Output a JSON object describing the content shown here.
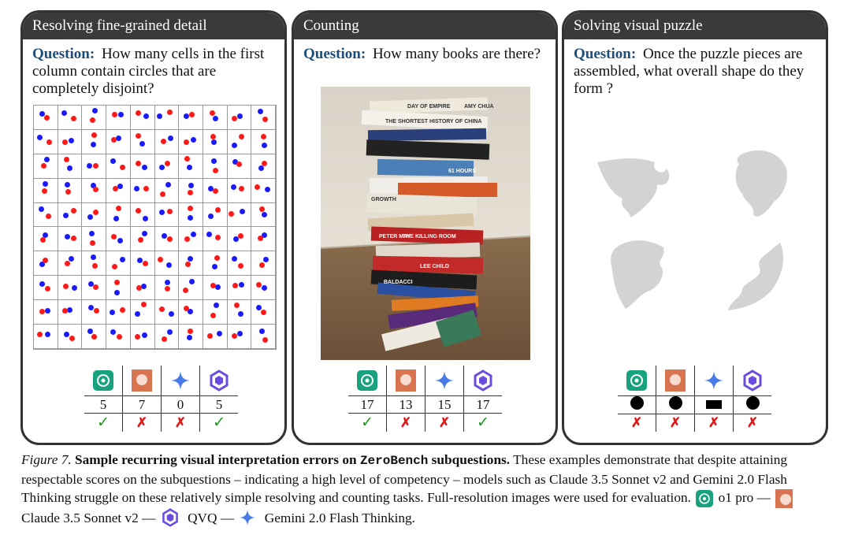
{
  "panels": [
    {
      "title": "Resolving fine-grained detail",
      "question_label": "Question:",
      "question_text": "How many cells in the first column contain circles that are completely disjoint?",
      "answers": [
        "5",
        "7",
        "0",
        "5"
      ],
      "marks": [
        "check",
        "cross",
        "cross",
        "check"
      ]
    },
    {
      "title": "Counting",
      "question_label": "Question:",
      "question_text": "How many books are there?",
      "answers": [
        "17",
        "13",
        "15",
        "17"
      ],
      "marks": [
        "check",
        "cross",
        "cross",
        "check"
      ],
      "book_spines": [
        "DAY OF EMPIRE",
        "AMY CHUA",
        "THE SHORTEST HISTORY OF CHINA",
        "61 HOURS",
        "GROWTH",
        "PETER MAY",
        "THE KILLING ROOM",
        "LEE CHILD",
        "BALDACCI"
      ]
    },
    {
      "title": "Solving visual puzzle",
      "question_label": "Question:",
      "question_text": "Once the puzzle pieces are assembled, what overall shape do they form ?",
      "answers": [
        "circle",
        "circle",
        "rectangle",
        "circle"
      ],
      "marks": [
        "cross",
        "cross",
        "cross",
        "cross"
      ]
    }
  ],
  "models": [
    {
      "name": "o1 pro",
      "icon": "openai-icon",
      "color": "#18a37e"
    },
    {
      "name": "Claude 3.5 Sonnet v2",
      "icon": "claude-icon",
      "color": "#d8744f"
    },
    {
      "name": "Gemini 2.0 Flash Thinking",
      "icon": "gemini-icon",
      "color": "#4a7ae8"
    },
    {
      "name": "QVQ",
      "icon": "qvq-icon",
      "color": "#6a4de0"
    }
  ],
  "caption": {
    "figure_label": "Figure 7.",
    "title_pre": "Sample recurring visual interpretation errors on ",
    "title_code": "ZeroBench",
    "title_post": " subquestions.",
    "body": " These examples demonstrate that despite attaining respectable scores on the subquestions – indicating a high level of competency – models such as Claude 3.5 Sonnet v2 and Gemini 2.0 Flash Thinking struggle on these relatively simple resolving and counting tasks. Full-resolution images were used for evaluation.",
    "legend_o1": "o1 pro —",
    "legend_claude": "Claude 3.5 Sonnet v2 —",
    "legend_qvq": "QVQ —",
    "legend_gemini": "Gemini 2.0 Flash Thinking."
  }
}
